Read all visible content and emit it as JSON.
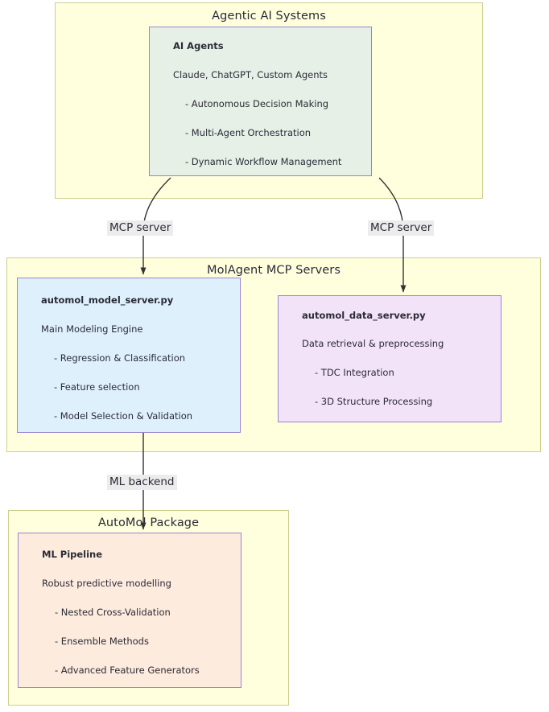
{
  "diagram": {
    "type": "flowchart",
    "direction": "top-to-bottom",
    "accent_colors": {
      "subgraph_fill": "#ffffde",
      "subgraph_border": "#cdcd8f",
      "node_border": "#9a82d6",
      "agents_fill": "#e6f0e6",
      "model_server_fill": "#dff0fd",
      "data_server_fill": "#f3e3f8",
      "pipeline_fill": "#fdebdd",
      "edge_stroke": "#333333",
      "edge_label_bg": "#ececec",
      "text": "#2b2b38"
    }
  },
  "subgraphs": [
    {
      "id": "agentic",
      "title": "Agentic AI Systems",
      "node": {
        "id": "ai-agents",
        "title": "AI Agents",
        "subtitle": "Claude, ChatGPT, Custom Agents",
        "bullets": [
          "- Autonomous Decision Making",
          "- Multi-Agent Orchestration",
          "- Dynamic Workflow Management"
        ]
      }
    },
    {
      "id": "molagent",
      "title": "MolAgent MCP Servers",
      "nodes": [
        {
          "id": "model-server",
          "title": "automol_model_server.py",
          "subtitle": "Main Modeling Engine",
          "bullets": [
            "- Regression & Classification",
            "- Feature selection",
            "- Model Selection & Validation"
          ]
        },
        {
          "id": "data-server",
          "title": "automol_data_server.py",
          "subtitle": "Data retrieval & preprocessing",
          "bullets": [
            "- TDC Integration",
            "- 3D Structure Processing"
          ]
        }
      ]
    },
    {
      "id": "automol",
      "title": "AutoMol Package",
      "node": {
        "id": "ml-pipeline",
        "title": "ML Pipeline",
        "subtitle": "Robust predictive modelling",
        "bullets": [
          "- Nested Cross-Validation",
          "- Ensemble Methods",
          "- Advanced Feature Generators"
        ]
      }
    }
  ],
  "edges": [
    {
      "id": "agents-to-model-server",
      "label": "MCP server",
      "from": "ai-agents",
      "to": "model-server"
    },
    {
      "id": "agents-to-data-server",
      "label": "MCP server",
      "from": "ai-agents",
      "to": "data-server"
    },
    {
      "id": "model-server-to-pipeline",
      "label": "ML backend",
      "from": "model-server",
      "to": "ml-pipeline"
    }
  ]
}
